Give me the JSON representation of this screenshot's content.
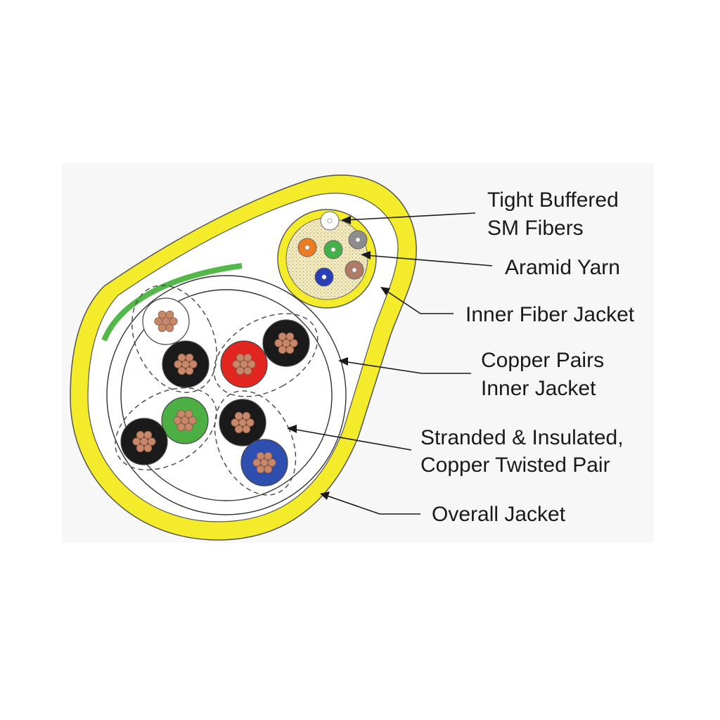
{
  "labels": {
    "tight_buffered_1": "Tight Buffered",
    "tight_buffered_2": "SM Fibers",
    "aramid_yarn": "Aramid Yarn",
    "inner_fiber_jacket": "Inner Fiber Jacket",
    "copper_pairs_1": "Copper Pairs",
    "copper_pairs_2": "Inner Jacket",
    "stranded_1": "Stranded & Insulated,",
    "stranded_2": "Copper Twisted Pair",
    "overall_jacket": "Overall Jacket"
  },
  "colors": {
    "jacket_yellow": "#f4ec2a",
    "background_panel": "#f7f7f7",
    "ripcord_green": "#52b84a",
    "copper": "#c9876a",
    "insulation_black": "#1a1a1a",
    "insulation_red": "#e0261f",
    "insulation_green": "#4caf44",
    "insulation_blue": "#2f4fb0",
    "insulation_white": "#ffffff",
    "fiber_white": "#ffffff",
    "fiber_gray": "#8c8c8c",
    "fiber_orange": "#ec7b21",
    "fiber_green": "#43b04a",
    "fiber_blue": "#2b3fb5",
    "fiber_brown": "#b07a65"
  }
}
